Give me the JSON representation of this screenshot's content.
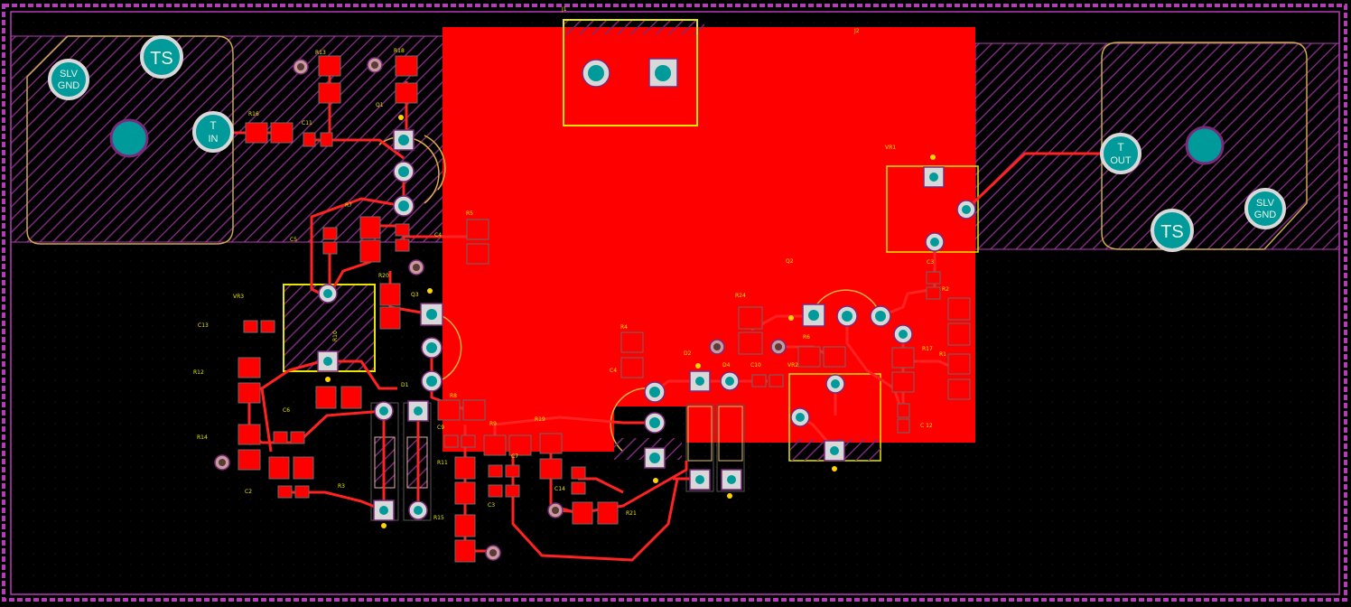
{
  "colors": {
    "background": "#000000",
    "board_edge": "#b43cb4",
    "copper_top": "#ff0000",
    "silkscreen": "#e6e600",
    "pad_drill": "#009a9a",
    "keepout_hatch": "#7a2a7a",
    "pad_label": "#e8f7e8"
  },
  "connectors": {
    "left": {
      "pads": [
        {
          "line1": "TS",
          "line2": ""
        },
        {
          "line1": "SLV",
          "line2": "GND"
        },
        {
          "line1": "T",
          "line2": "IN"
        }
      ]
    },
    "right": {
      "pads": [
        {
          "line1": "TS",
          "line2": ""
        },
        {
          "line1": "SLV",
          "line2": "GND"
        },
        {
          "line1": "T",
          "line2": "OUT"
        }
      ]
    }
  },
  "refdes": {
    "J1": "J1",
    "J2": "J2",
    "VR1": "VR1",
    "VR2": "VR2",
    "VR3": "VR3",
    "R1": "R1",
    "R2": "R2",
    "R3": "R3",
    "R4": "R4",
    "R5": "R5",
    "R6": "R6",
    "R7": "R7",
    "R8": "R8",
    "R9": "R9",
    "R10": "R10",
    "R11": "R11",
    "R12": "R12",
    "R13": "R13",
    "R14": "R14",
    "R15": "R15",
    "R16": "R16",
    "R17": "R17",
    "R18": "R18",
    "R19": "R19",
    "R20": "R20",
    "R21": "R21",
    "R24": "R24",
    "C2": "C2",
    "C3": "C3",
    "C4": "C4",
    "C5": "C5",
    "C6": "C6",
    "C7": "C7",
    "C9": "C9",
    "C10": "C10",
    "C11": "C11",
    "C12": "C 12",
    "C13": "C13",
    "C14": "C14",
    "D1": "D1",
    "D2": "D2",
    "D4": "D4",
    "Q1": "Q1",
    "Q2": "Q2",
    "Q3": "Q3"
  }
}
